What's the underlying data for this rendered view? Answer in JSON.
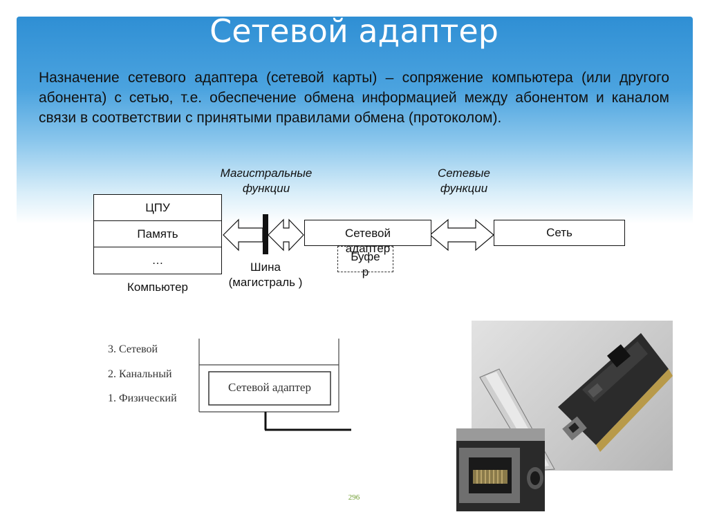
{
  "slide": {
    "title": "Сетевой адаптер",
    "paragraph": "Назначение сетевого адаптера (сетевой карты) – сопряжение компьютера (или другого абонента) с сетью, т.е. обеспечение обмена информацией между абонентом и каналом связи в соответствии с принятыми правилами обмена (протоколом).",
    "page_number": "296"
  },
  "diagram1": {
    "bus_functions_label": "Магистральные функции",
    "network_functions_label": "Сетевые функции",
    "computer_cells": [
      "ЦПУ",
      "Память",
      "…"
    ],
    "computer_label": "Компьютер",
    "bus_label": "Шина (магистраль )",
    "adapter_label": "Сетевой адаптер",
    "buffer_label": "Буфе р",
    "network_label": "Сеть"
  },
  "diagram2": {
    "levels": [
      "3. Сетевой",
      "2. Канальный",
      "1. Физический"
    ],
    "adapter_label": "Сетевой адаптер"
  },
  "colors": {
    "header": "#2f8fd4",
    "page_number": "#6a9a2a"
  }
}
